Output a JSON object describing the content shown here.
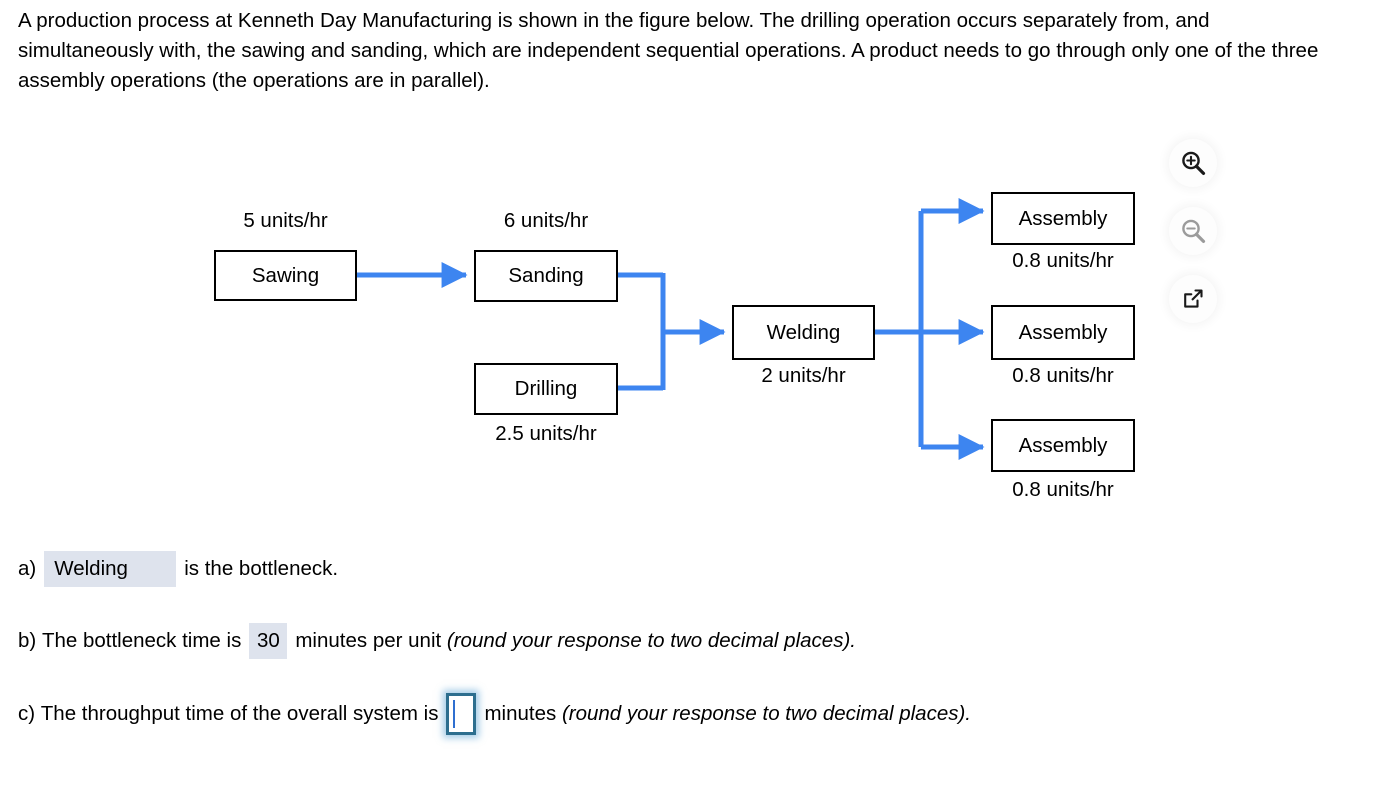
{
  "problem": {
    "statement": "A production process at Kenneth Day Manufacturing is shown in the figure below. The drilling operation occurs separately from, and simultaneously with, the sawing and sanding, which are independent sequential operations. A product needs to go through only one of the three assembly operations (the operations are in parallel)."
  },
  "colors": {
    "arrow_blue": "#3d85f0",
    "answer_highlight": "#dee3ed",
    "input_border": "#2d6e8e",
    "caret_blue": "#2f6fd0",
    "box_border": "#000000"
  },
  "figure": {
    "nodes": [
      {
        "id": "sawing",
        "label": "Sawing",
        "rate": "5 units/hr",
        "rate_position": "above"
      },
      {
        "id": "sanding",
        "label": "Sanding",
        "rate": "6 units/hr",
        "rate_position": "above"
      },
      {
        "id": "drilling",
        "label": "Drilling",
        "rate": "2.5 units/hr",
        "rate_position": "below"
      },
      {
        "id": "welding",
        "label": "Welding",
        "rate": "2 units/hr",
        "rate_position": "below"
      },
      {
        "id": "assembly1",
        "label": "Assembly",
        "rate": "0.8 units/hr",
        "rate_position": "below"
      },
      {
        "id": "assembly2",
        "label": "Assembly",
        "rate": "0.8 units/hr",
        "rate_position": "below"
      },
      {
        "id": "assembly3",
        "label": "Assembly",
        "rate": "0.8 units/hr",
        "rate_position": "below"
      }
    ]
  },
  "tools": [
    {
      "id": "zoom-in",
      "icon": "magnifier-plus-icon",
      "state": "enabled"
    },
    {
      "id": "zoom-out",
      "icon": "magnifier-minus-icon",
      "state": "disabled"
    },
    {
      "id": "open-popout",
      "icon": "open-in-new-icon",
      "state": "enabled"
    }
  ],
  "answers": {
    "a": {
      "marker": "a)",
      "value": "Welding",
      "suffix": "is the bottleneck."
    },
    "b": {
      "marker": "b)",
      "prefix": "The bottleneck time is",
      "value": "30",
      "unit": "minutes per unit",
      "note": "(round your response to two decimal places)."
    },
    "c": {
      "marker": "c)",
      "prefix": "The throughput time of the overall system is",
      "value": "",
      "unit": "minutes",
      "note": "(round your response to two decimal places)."
    }
  }
}
